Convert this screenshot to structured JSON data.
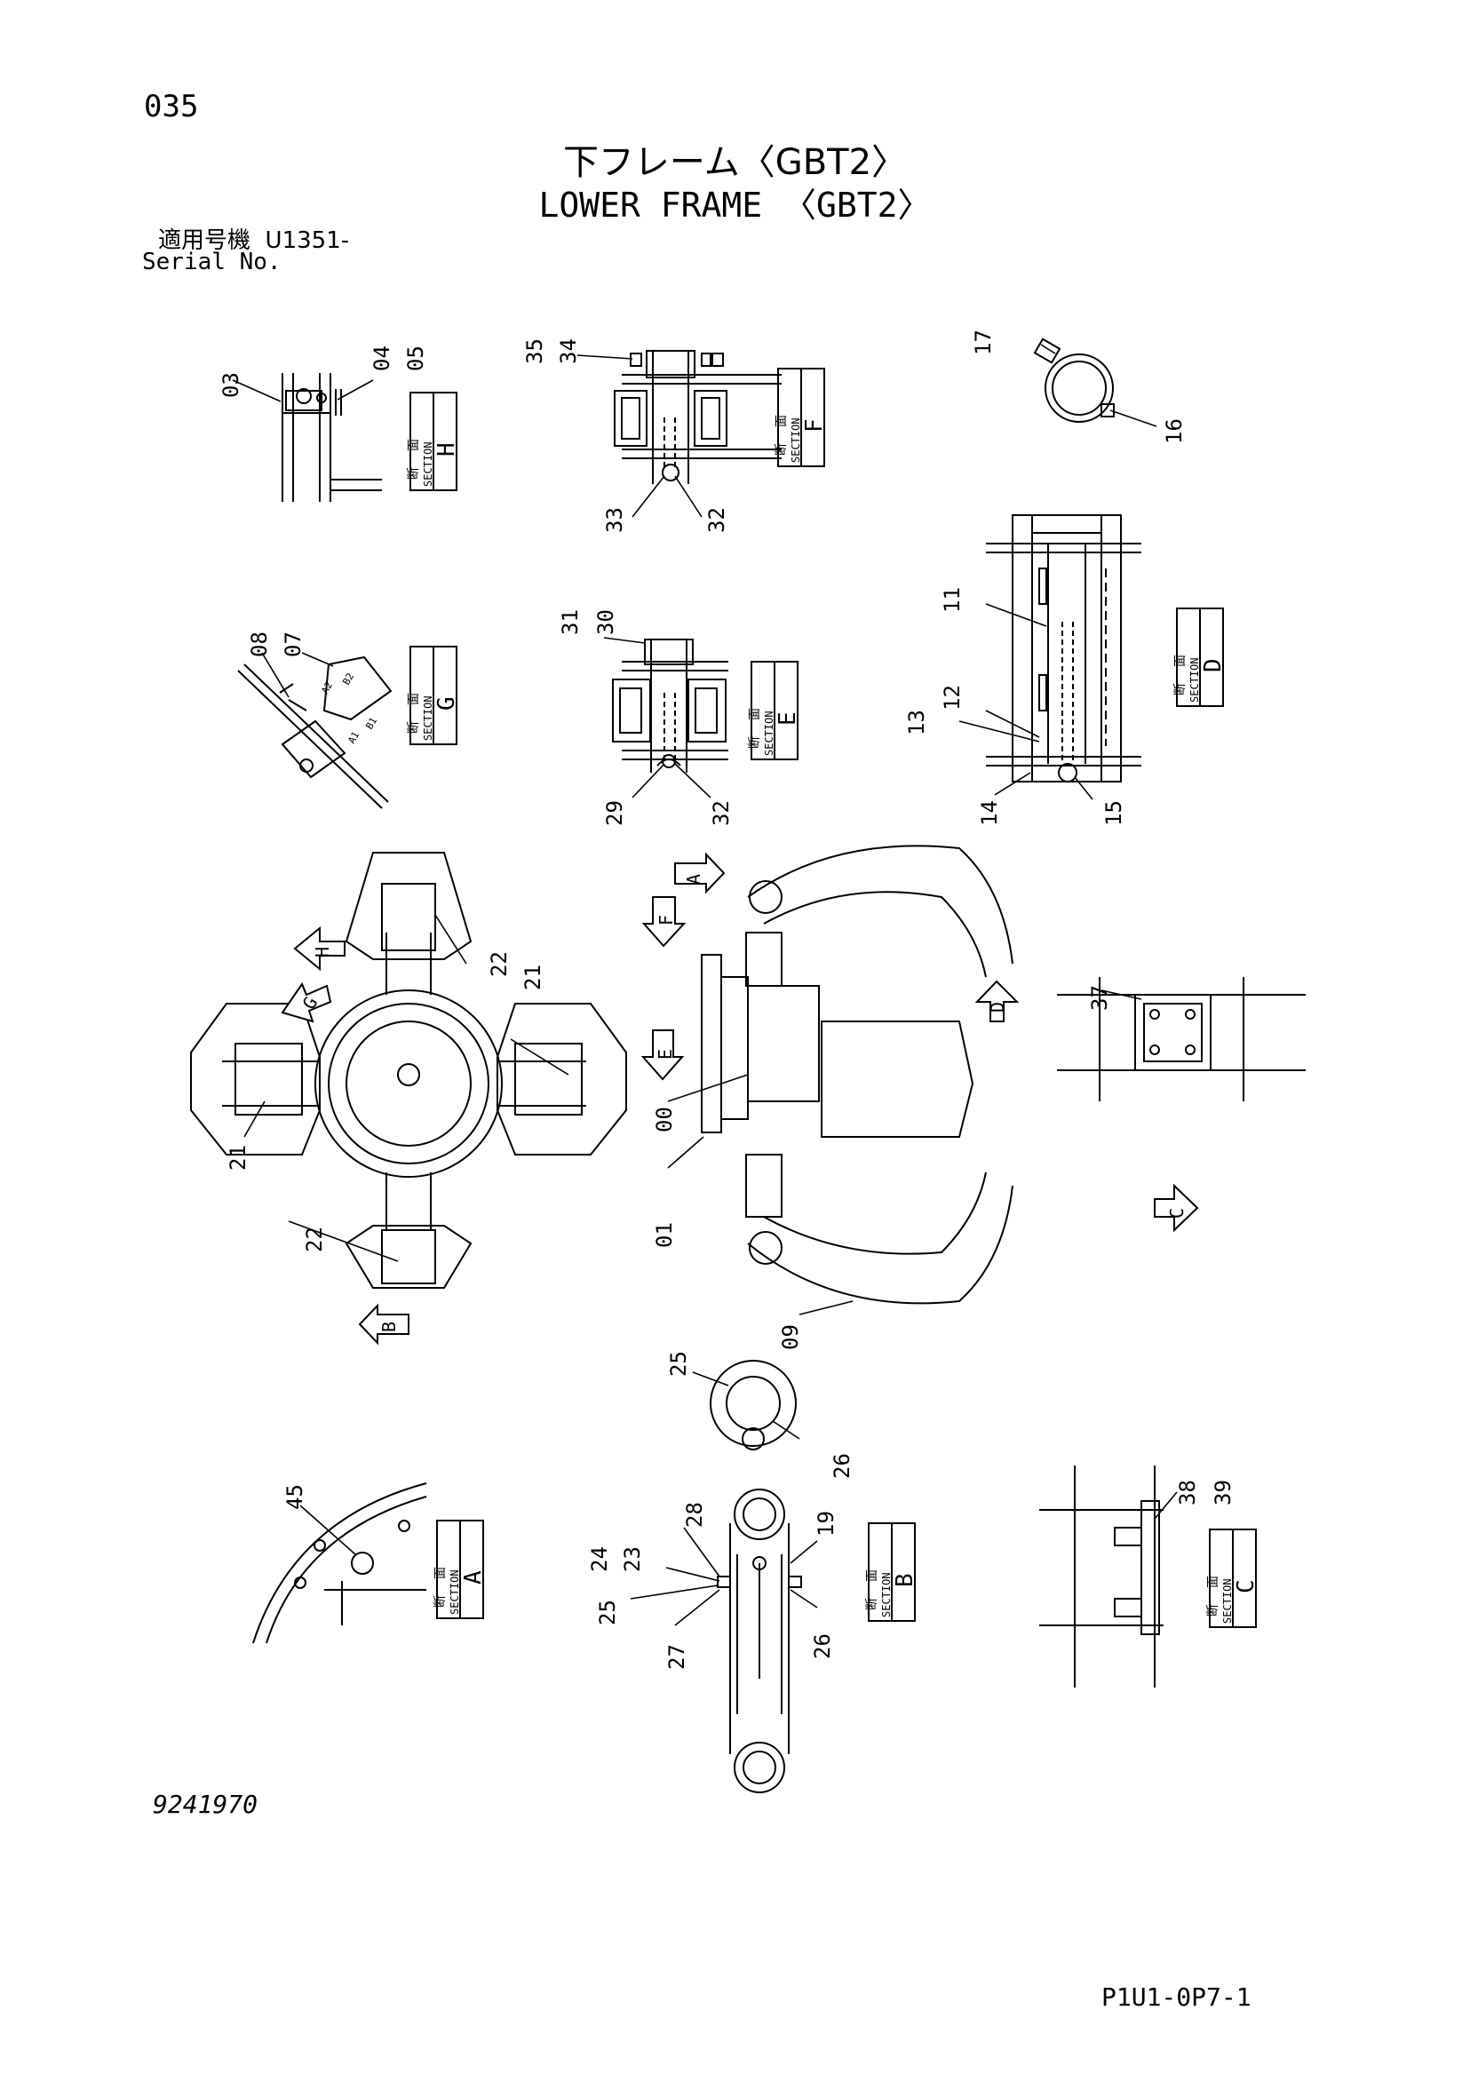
{
  "header": {
    "page_number": "035",
    "title_jp": "下フレーム〈GBT2〉",
    "title_en": "LOWER FRAME 〈GBT2〉",
    "serial_label_jp": "適用号機",
    "serial_value": "U1351-",
    "serial_label_en": "Serial No."
  },
  "footer": {
    "drawing_number": "9241970",
    "document_code": "P1U1-0P7-1"
  },
  "section_caption": {
    "kanji_1": "断",
    "kanji_2": "面",
    "word": "SECTION"
  },
  "sections": [
    {
      "letter": "H"
    },
    {
      "letter": "F"
    },
    {
      "letter": "G"
    },
    {
      "letter": "E"
    },
    {
      "letter": "D"
    },
    {
      "letter": "A"
    },
    {
      "letter": "B"
    },
    {
      "letter": "C"
    }
  ],
  "view_arrows": [
    "A",
    "F",
    "H",
    "G",
    "E",
    "D",
    "C",
    "B"
  ],
  "callouts": [
    {
      "text": "03"
    },
    {
      "text": "04"
    },
    {
      "text": "05"
    },
    {
      "text": "35"
    },
    {
      "text": "34"
    },
    {
      "text": "33"
    },
    {
      "text": "32"
    },
    {
      "text": "17"
    },
    {
      "text": "16"
    },
    {
      "text": "08"
    },
    {
      "text": "07"
    },
    {
      "text": "31"
    },
    {
      "text": "30"
    },
    {
      "text": "29"
    },
    {
      "text": "32"
    },
    {
      "text": "11"
    },
    {
      "text": "12"
    },
    {
      "text": "13"
    },
    {
      "text": "14"
    },
    {
      "text": "15"
    },
    {
      "text": "22"
    },
    {
      "text": "21"
    },
    {
      "text": "21"
    },
    {
      "text": "22"
    },
    {
      "text": "00"
    },
    {
      "text": "01"
    },
    {
      "text": "09"
    },
    {
      "text": "37"
    },
    {
      "text": "25"
    },
    {
      "text": "26"
    },
    {
      "text": "45"
    },
    {
      "text": "28"
    },
    {
      "text": "24"
    },
    {
      "text": "23"
    },
    {
      "text": "25"
    },
    {
      "text": "27"
    },
    {
      "text": "19"
    },
    {
      "text": "26"
    },
    {
      "text": "38"
    },
    {
      "text": "39"
    }
  ],
  "part_marks": [
    {
      "text": "A2"
    },
    {
      "text": "B2"
    },
    {
      "text": "A1"
    },
    {
      "text": "B1"
    }
  ]
}
